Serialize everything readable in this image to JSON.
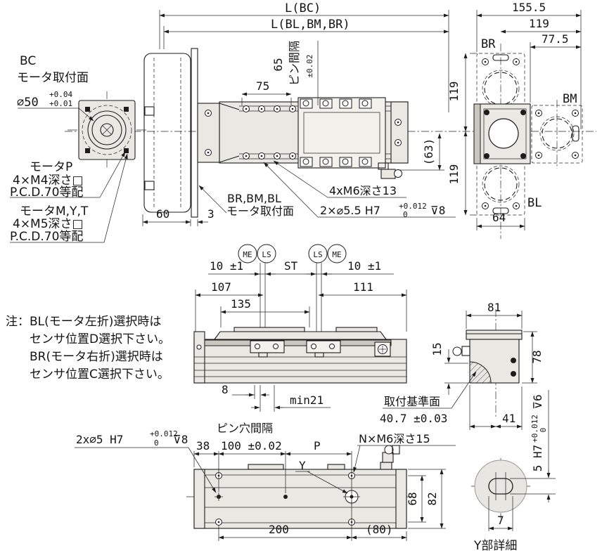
{
  "colors": {
    "accent_cyan": "#1fa3e0",
    "line": "#1c1c1c",
    "part_fill": "#e9e8e2"
  },
  "bc_view": {
    "bc": "BC",
    "mount_face": "モータ取付面",
    "dia": "⌀50",
    "dia_tol_up": "+0.04",
    "dia_tol_dn": "+0.01",
    "motor_p": "モータP",
    "motor_p_holes": "4×M4深さ□",
    "motor_p_pcd": "P.C.D.70等配",
    "motor_myt": "モータM,Y,T",
    "motor_myt_holes": "4×M5深さ□",
    "motor_myt_pcd": "P.C.D.70等配"
  },
  "plan_view": {
    "dim_l_bc": "L(BC)",
    "dim_l_other": "L(BL,BM,BR)",
    "dim_75": "75",
    "dim_65": "65",
    "pin_pitch_label": "ピン間隔",
    "pin_pitch_tol": "±0.02",
    "dim_63": "(63)",
    "dim_60": "60",
    "dim_3": "3",
    "motor_codes": "BR,BM,BL",
    "mount_face": "モータ取付面",
    "m6_leader": "4xM6深さ13",
    "pin_leader": "2×⌀5.5 H7",
    "pin_tol_up": "+0.012",
    "pin_tol_dn": "0",
    "pin_depth": "⊽8"
  },
  "end_view": {
    "dim_155": "155.5",
    "dim_119h": "119",
    "dim_77": "77.5",
    "dim_119a": "119",
    "dim_119b": "119",
    "label_br": "BR",
    "label_bm": "BM",
    "label_bl": "BL",
    "dim_64": "64"
  },
  "side_view": {
    "balloon_me_left": "ME",
    "balloon_ls_left": "LS",
    "balloon_ls_right": "LS",
    "balloon_me_right": "ME",
    "dim_10_left": "10 ±1",
    "dim_st": "ST",
    "dim_10_right": "10 ±1",
    "dim_107": "107",
    "dim_111": "111",
    "dim_135": "135",
    "dim_8": "8",
    "dim_min21": "min21"
  },
  "note": {
    "lines": [
      "注：BL(モータ左折)選択時は",
      "センサ位置D選択下さい。",
      "BR(モータ右折)選択時は",
      "センサ位置C選択下さい。"
    ]
  },
  "section_view": {
    "dim_81": "81",
    "dim_15": "15",
    "dim_78": "78",
    "datum_label": "取付基準面",
    "datum_dim": "40.7 ±0.03",
    "dim_41": "41"
  },
  "bottom_view": {
    "pin_leader": "2x⌀5 H7",
    "pin_tol_up": "+0.012",
    "pin_tol_dn": "0",
    "pin_depth": "⊽8",
    "dim_38": "38",
    "pin_hole_label": "ピン穴間隔",
    "dim_100": "100 ±0.02",
    "dim_p": "P",
    "label_y": "Y",
    "m6_leader": "N×M6深さ15",
    "dim_200": "200",
    "dim_80": "(80)",
    "dim_68": "68",
    "dim_82": "82"
  },
  "y_detail": {
    "dim_7": "7",
    "slot_dim": "5 H7",
    "tol_up": "+0.012",
    "tol_dn": "0",
    "depth": "⊽6",
    "title": "Y部詳細"
  }
}
